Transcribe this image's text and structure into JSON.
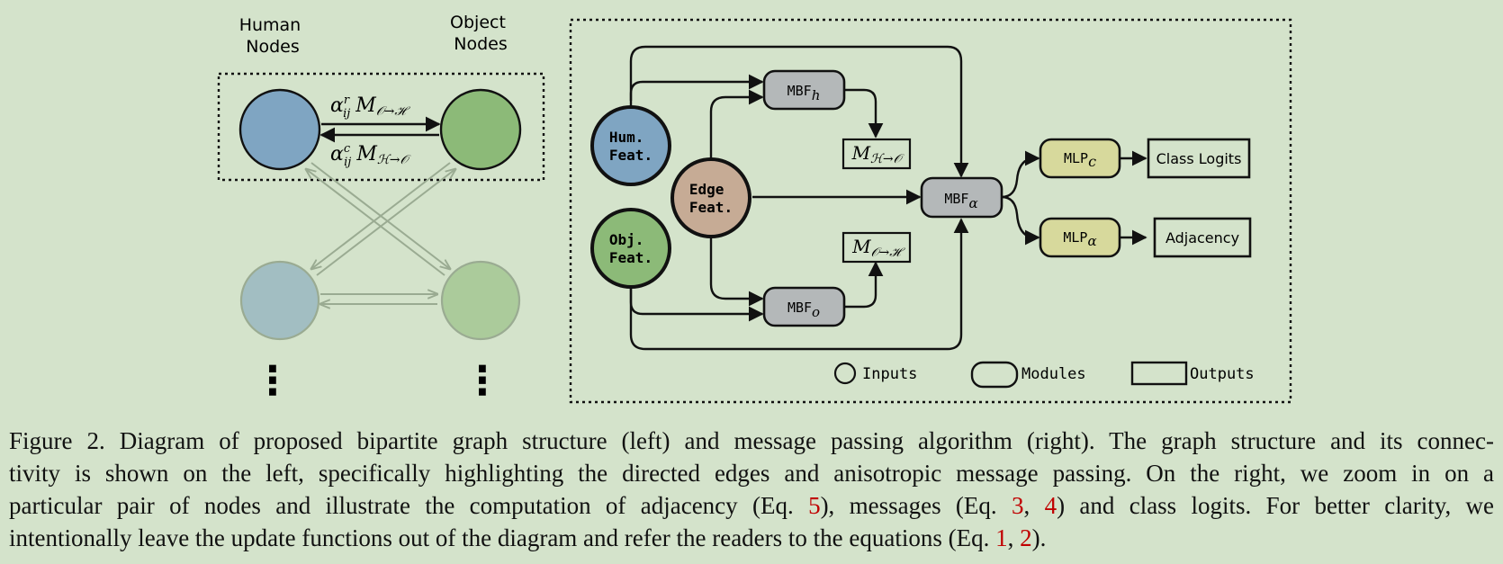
{
  "left_panel": {
    "human_header": [
      "Human",
      "Nodes"
    ],
    "object_header": [
      "Object",
      "Nodes"
    ],
    "top_edge_label": {
      "alpha": "α",
      "sup": "r",
      "sub": "ij",
      "msg": "M",
      "msg_sub": "𝒪→ℋ"
    },
    "bottom_edge_label": {
      "alpha": "α",
      "sup": "c",
      "sub": "ij",
      "msg": "M",
      "msg_sub": "ℋ→𝒪"
    },
    "ellipsis": "⋮"
  },
  "right_panel": {
    "inputs": {
      "human": [
        "Hum.",
        "Feat."
      ],
      "edge": [
        "Edge",
        "Feat."
      ],
      "object": [
        "Obj.",
        "Feat."
      ]
    },
    "modules": {
      "mbf_h": {
        "base": "MBF",
        "sub": "h"
      },
      "mbf_o": {
        "base": "MBF",
        "sub": "o"
      },
      "mbf_alpha": {
        "base": "MBF",
        "sub": "α"
      },
      "mlp_c": {
        "base": "MLP",
        "sub": "c"
      },
      "mlp_alpha": {
        "base": "MLP",
        "sub": "α"
      }
    },
    "messages": {
      "h_to_o": {
        "base": "M",
        "sub": "ℋ→𝒪"
      },
      "o_to_h": {
        "base": "M",
        "sub": "𝒪→ℋ"
      }
    },
    "outputs": {
      "class_logits": "Class Logits",
      "adjacency": "Adjacency"
    },
    "legend": {
      "inputs": "Inputs",
      "modules": "Modules",
      "outputs": "Outputs"
    }
  },
  "colors": {
    "background": "#d4e3cb",
    "human_node": "#7fa5c2",
    "object_node": "#8cba78",
    "human_node_faded": "#a2bec2",
    "object_node_faded": "#abcb9b",
    "edge_node": "#c6ab95",
    "module_fill": "#b4b8b9",
    "mlp_fill": "#d7d99c",
    "caption_ref": "#c00000"
  },
  "caption": {
    "line1": "Figure 2. Diagram of proposed bipartite graph structure (left) and message passing algorithm (right). The graph structure and its connec-",
    "line2": "tivity is shown on the left, specifically highlighting the directed edges and anisotropic message passing. On the right, we zoom in on a",
    "line3_a": "particular pair of nodes and illustrate the computation of adjacency (Eq. ",
    "ref5": "5",
    "line3_b": "), messages (Eq. ",
    "ref3": "3",
    "line3_c": ", ",
    "ref4": "4",
    "line3_d": ") and class logits. For better clarity, we",
    "line4_a": "intentionally leave the update functions out of the diagram and refer the readers to the equations (Eq. ",
    "ref1": "1",
    "line4_b": ", ",
    "ref2": "2",
    "line4_c": ")."
  }
}
